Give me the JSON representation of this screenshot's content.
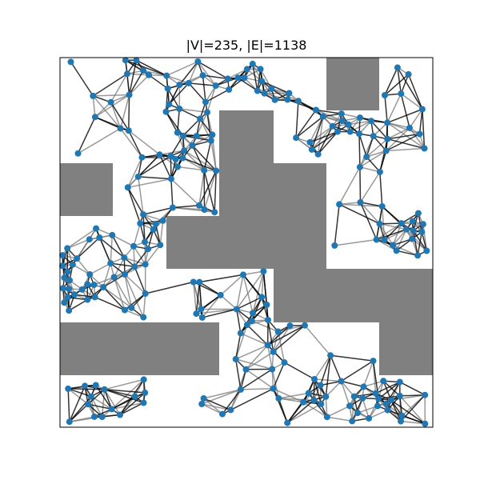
{
  "title": "|V|=235, |E|=1138",
  "colors": {
    "background": "#ffffff",
    "obstacle": "#808080",
    "node": "#1f77b4",
    "edge_dark": "#000000",
    "edge_light": "#777777",
    "frame": "#000000"
  },
  "graph": {
    "vertex_count": 235,
    "edge_count": 1138
  }
}
